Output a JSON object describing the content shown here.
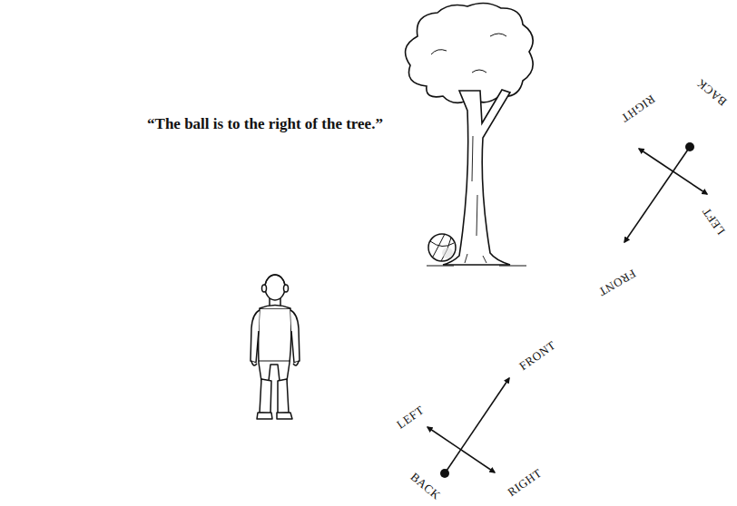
{
  "diagram": {
    "labels": [
      "“The ball is to the right of the tree.”",
      "RIGHT",
      "BACK",
      "LEFT",
      "FRONT",
      "LEFT",
      "FRONT",
      "BACK",
      "RIGHT"
    ]
  }
}
